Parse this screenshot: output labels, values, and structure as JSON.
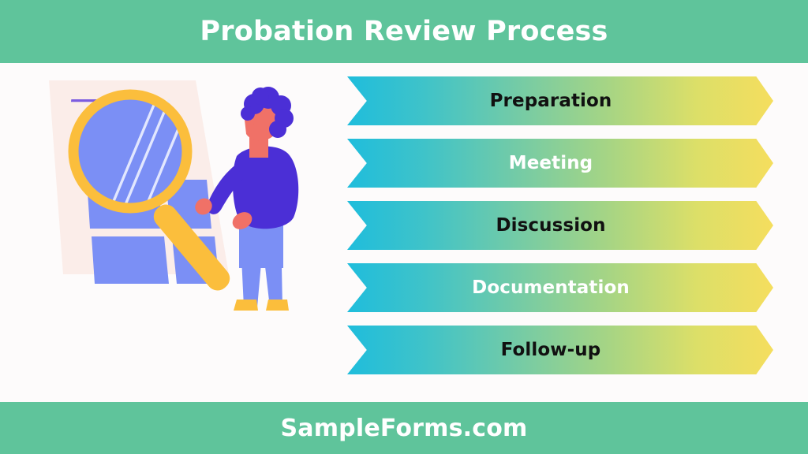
{
  "header": {
    "title": "Probation Review Process",
    "background_color": "#5FC49B",
    "text_color": "#FFFFFF"
  },
  "footer": {
    "text": "SampleForms.com",
    "background_color": "#5FC49B",
    "text_color": "#FFFFFF"
  },
  "canvas": {
    "background_color": "#FDFBFB"
  },
  "steps": {
    "gradient_start_color": "#1FBDDC",
    "gradient_end_color": "#F5DE5E",
    "items": [
      {
        "label": "Preparation",
        "text_color": "dark"
      },
      {
        "label": "Meeting",
        "text_color": "light"
      },
      {
        "label": "Discussion",
        "text_color": "dark"
      },
      {
        "label": "Documentation",
        "text_color": "light"
      },
      {
        "label": "Follow-up",
        "text_color": "dark"
      }
    ]
  },
  "illustration": {
    "name": "person-inspecting-form-with-magnifying-glass",
    "paper_color": "#FBEDE9",
    "paper_block_color": "#7B8FF5",
    "paper_rule_color": "#7C5CE0",
    "magnifier_ring_color": "#FBBE3C",
    "magnifier_lens_color": "#7B8FF5",
    "magnifier_shine_color": "#E8ECFF",
    "hair_color": "#4B2FD6",
    "skin_color": "#F07167",
    "sweater_color": "#4B2FD6",
    "pants_color": "#7B8FF5",
    "shoes_color": "#FBBE3C"
  }
}
